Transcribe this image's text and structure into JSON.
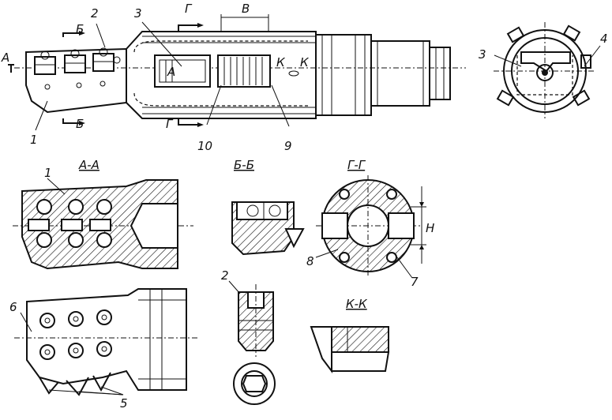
{
  "labels": {
    "view_main": {
      "callout_1": "1",
      "callout_2": "2",
      "callout_3": "3",
      "callout_9": "9",
      "callout_10": "10",
      "section_a_left": "А",
      "section_b_top": "Б",
      "section_b_bottom": "Б",
      "section_g_top": "Г",
      "section_g_bottom": "Г",
      "section_v": "В",
      "section_k_left": "К",
      "section_k_right": "К",
      "inner_a": "А"
    },
    "view_end": {
      "callout_3": "3",
      "callout_4": "4"
    },
    "section_titles": {
      "aa": "А-А",
      "bb": "Б-Б",
      "gg": "Г-Г",
      "kk": "К-К"
    },
    "section_aa": {
      "callout_1": "1"
    },
    "section_gg": {
      "callout_8": "8",
      "callout_7": "7",
      "dim_h": "Н"
    },
    "detail_2": {
      "callout_2": "2"
    },
    "view_bottom": {
      "callout_6": "6",
      "callout_5": "5"
    }
  }
}
